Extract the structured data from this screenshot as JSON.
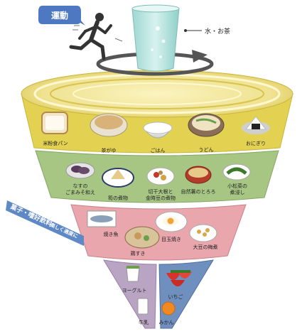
{
  "top": {
    "exercise_label": "運動",
    "water_label": "水・お茶"
  },
  "layers": {
    "grains": [
      "米粉食パン",
      "茶がゆ",
      "ごはん",
      "うどん",
      "おにぎり"
    ],
    "vegetables": [
      "なすの",
      "ごまみそ和え",
      "筍の煮物",
      "切干大根と",
      "金時豆の煮物",
      "自然薯のとろろ",
      "小松菜の",
      "煮浸し"
    ],
    "protein": [
      "焼き魚",
      "目玉焼き",
      "鶏すき",
      "大豆の梅煮"
    ],
    "dairy": [
      "ヨーグルト",
      "牛乳"
    ],
    "fruit": [
      "いちご",
      "みかん"
    ]
  },
  "side_banner": {
    "main": "菓子・嗜好飲料",
    "sub": "楽しく適度に"
  },
  "colors": {
    "yellow_layer": "#e6d55a",
    "green_layer": "#a7c684",
    "pink_layer": "#e9a6ad",
    "purple_layer": "#b9a4c4",
    "blue_layer": "#6f8fbf",
    "banner_blue": "#5f88c7"
  }
}
